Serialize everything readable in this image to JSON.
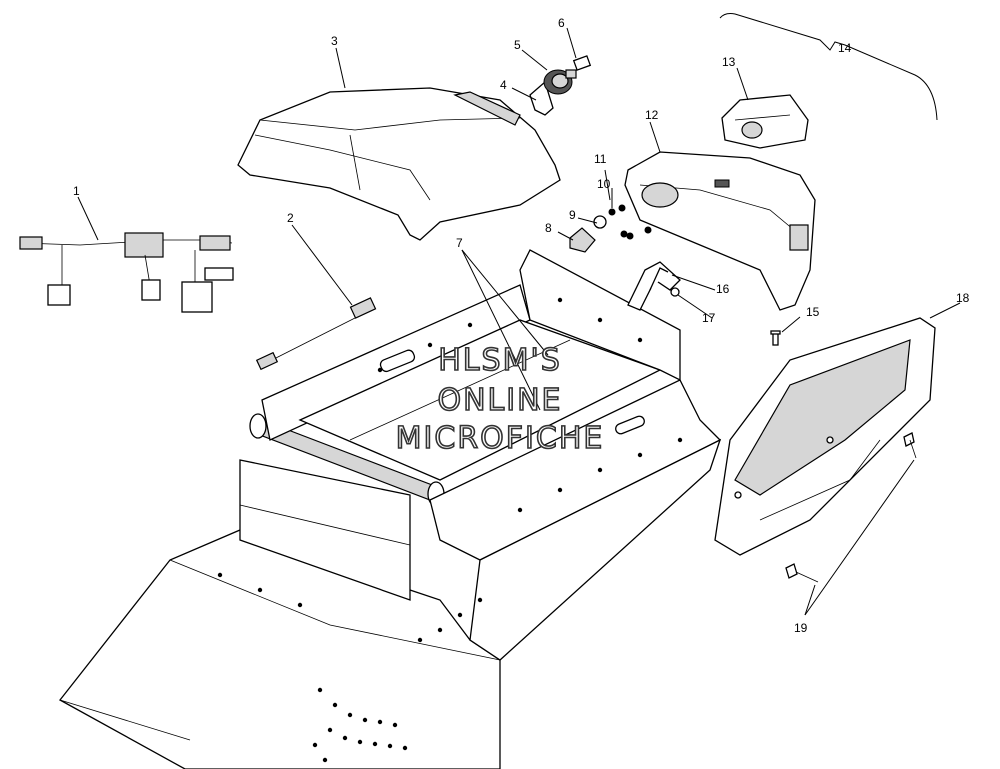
{
  "watermark": {
    "line1": "HLSM'S",
    "line2": "ONLINE",
    "line3": "MICROFICHE"
  },
  "callouts": {
    "c1": "1",
    "c2": "2",
    "c3": "3",
    "c4": "4",
    "c5": "5",
    "c6": "6",
    "c7": "7",
    "c8": "8",
    "c9": "9",
    "c10": "10",
    "c11": "11",
    "c12": "12",
    "c13": "13",
    "c14": "14",
    "c15": "15",
    "c16": "16",
    "c17": "17",
    "c18": "18",
    "c19": "19"
  }
}
